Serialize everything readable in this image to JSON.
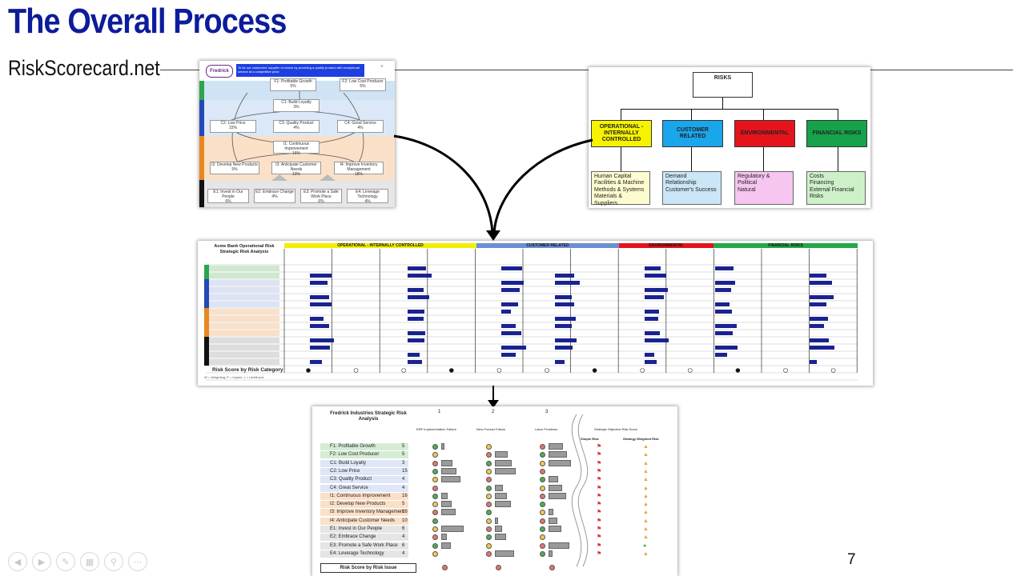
{
  "slide": {
    "title": "The Overall Process",
    "subtitle": "RiskScorecard.net",
    "page_number": "7"
  },
  "strategy_map": {
    "logo": "Fredrick",
    "banner": "To be our customers' supplier of choice by providing a quality product with exceptional service at a competitive price",
    "nodes": [
      {
        "label": "F1: Profitable Growth",
        "pct": "5%"
      },
      {
        "label": "F2: Low Cost Producer",
        "pct": "5%"
      },
      {
        "label": "C1: Build Loyalty",
        "pct": "3%"
      },
      {
        "label": "C2: Low Price",
        "pct": "15%"
      },
      {
        "label": "C3: Quality Product",
        "pct": "4%"
      },
      {
        "label": "C4: Good Service",
        "pct": "4%"
      },
      {
        "label": "I1: Continuous Improvement",
        "pct": "16%"
      },
      {
        "label": "I2: Develop New Products",
        "pct": "5%"
      },
      {
        "label": "I3: Anticipate Customer Needs",
        "pct": "10%"
      },
      {
        "label": "I4: Improve Inventory Management",
        "pct": "18%"
      },
      {
        "label": "E1: Invest in Our People",
        "pct": "6%"
      },
      {
        "label": "E2: Embrace Change",
        "pct": "4%"
      },
      {
        "label": "E3: Promote a Safe Work Place",
        "pct": "6%"
      },
      {
        "label": "E4: Leverage Technology",
        "pct": "4%"
      }
    ]
  },
  "risk_tree": {
    "root": "RISKS",
    "categories": [
      {
        "label": "OPERATIONAL - INTERNALLY CONTROLLED",
        "color": "#f7f200",
        "items": "Human Capital\nFacilities & Machine\nMethods & Systems\nMaterials & Suppliers",
        "item_color": "#fdfbd0"
      },
      {
        "label": "CUSTOMER RELATED",
        "color": "#1aa6ea",
        "items": "Demand\nRelationship\nCustomer's Success",
        "item_color": "#cbe6f7"
      },
      {
        "label": "ENVIRONMENTAL",
        "color": "#e5141b",
        "items": "Regulatory & Political\nNatural",
        "item_color": "#f6c6f0"
      },
      {
        "label": "FINANCIAL RISKS",
        "color": "#16a24a",
        "items": "Costs\nFinancing\nExternal Financial\nRisks",
        "item_color": "#cdf0c9"
      }
    ]
  },
  "risk_analysis": {
    "title": "Acme Bank Operational Risk\nStrategic Risk Analysis",
    "category_headers": [
      {
        "label": "OPERATIONAL - INTERNALLY CONTROLLED",
        "color": "#f2ee00"
      },
      {
        "label": "CUSTOMER RELATED",
        "color": "#6b8fd6"
      },
      {
        "label": "ENVIRONMENTAL",
        "color": "#e4141b"
      },
      {
        "label": "FINANCIAL RISKS",
        "color": "#24a848"
      }
    ],
    "footer": "Risk Score by Risk Category"
  },
  "summary_table": {
    "title": "Fredrick Industries Strategic Risk\nAnalysis",
    "col_groups": [
      "1",
      "2",
      "3"
    ],
    "col_heads": [
      "ERP Implementation Failure",
      "New Product Failure",
      "Labor Problems"
    ],
    "rows": [
      {
        "label": "F1: Profitable Growth",
        "w": "5",
        "color": "#16a24a"
      },
      {
        "label": "F2: Low Cost Producer",
        "w": "5",
        "color": "#16a24a"
      },
      {
        "label": "C1: Build Loyalty",
        "w": "3",
        "color": "#1f3fb5"
      },
      {
        "label": "C2: Low Price",
        "w": "15",
        "color": "#1f3fb5"
      },
      {
        "label": "C3: Quality Product",
        "w": "4",
        "color": "#1f3fb5"
      },
      {
        "label": "C4: Great Service",
        "w": "4",
        "color": "#1f3fb5"
      },
      {
        "label": "I1: Continuous Improvement",
        "w": "16",
        "color": "#e07a1f"
      },
      {
        "label": "I2: Develop New Products",
        "w": "5",
        "color": "#e07a1f"
      },
      {
        "label": "I3: Improve Inventory Management",
        "w": "18",
        "color": "#e07a1f"
      },
      {
        "label": "I4: Anticipate Customer Needs",
        "w": "10",
        "color": "#e07a1f"
      },
      {
        "label": "E1: Invest in Our People",
        "w": "6",
        "color": "#111111"
      },
      {
        "label": "E2: Embrace Change",
        "w": "4",
        "color": "#111111"
      },
      {
        "label": "E3: Promote a Safe Work Place",
        "w": "6",
        "color": "#111111"
      },
      {
        "label": "E4: Leverage Technology",
        "w": "4",
        "color": "#111111"
      }
    ],
    "footer": "Risk Score by Risk Issue",
    "right_head": "Strategic Objective Risk Score",
    "right_cols": [
      "Simple Risk",
      "Strategy Weighted Risk"
    ]
  }
}
